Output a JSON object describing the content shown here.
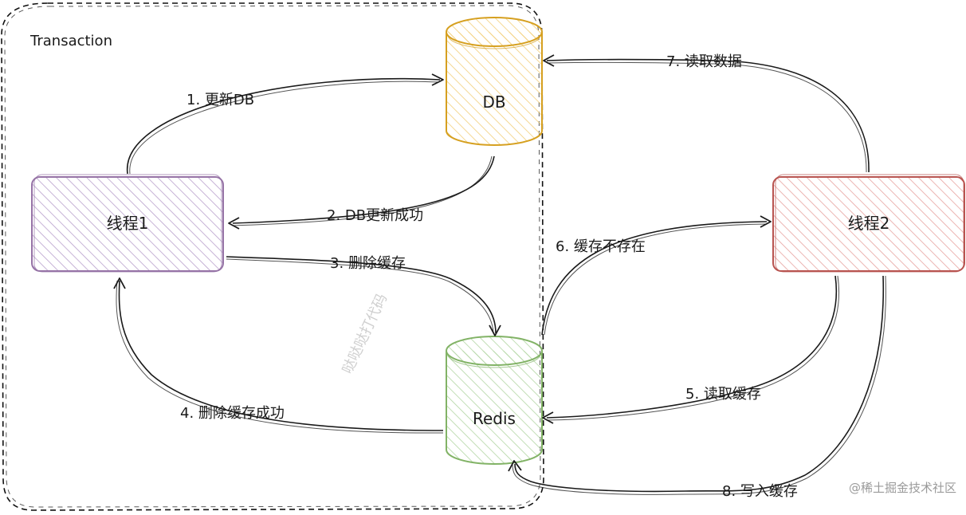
{
  "diagram": {
    "group_label": "Transaction",
    "nodes": {
      "thread1": {
        "label": "线程1",
        "stroke": "#9673a6",
        "fill": "#e1d5e7"
      },
      "thread2": {
        "label": "线程2",
        "stroke": "#b85450",
        "fill": "#f8cecc"
      },
      "db": {
        "label": "DB",
        "stroke": "#d6a020",
        "fill": "#ffe6a8"
      },
      "redis": {
        "label": "Redis",
        "stroke": "#82b366",
        "fill": "#d5e8d4"
      }
    },
    "edges": [
      {
        "id": "e1",
        "label": "1. 更新DB"
      },
      {
        "id": "e2",
        "label": "2. DB更新成功"
      },
      {
        "id": "e3",
        "label": "3. 删除缓存"
      },
      {
        "id": "e4",
        "label": "4. 删除缓存成功"
      },
      {
        "id": "e5",
        "label": "5. 读取缓存"
      },
      {
        "id": "e6",
        "label": "6. 缓存不存在"
      },
      {
        "id": "e7",
        "label": "7. 读取数据"
      },
      {
        "id": "e8",
        "label": "8. 写入缓存"
      }
    ]
  },
  "watermark": "哒哒哒打代码",
  "source_mark": "@稀土掘金技术社区"
}
